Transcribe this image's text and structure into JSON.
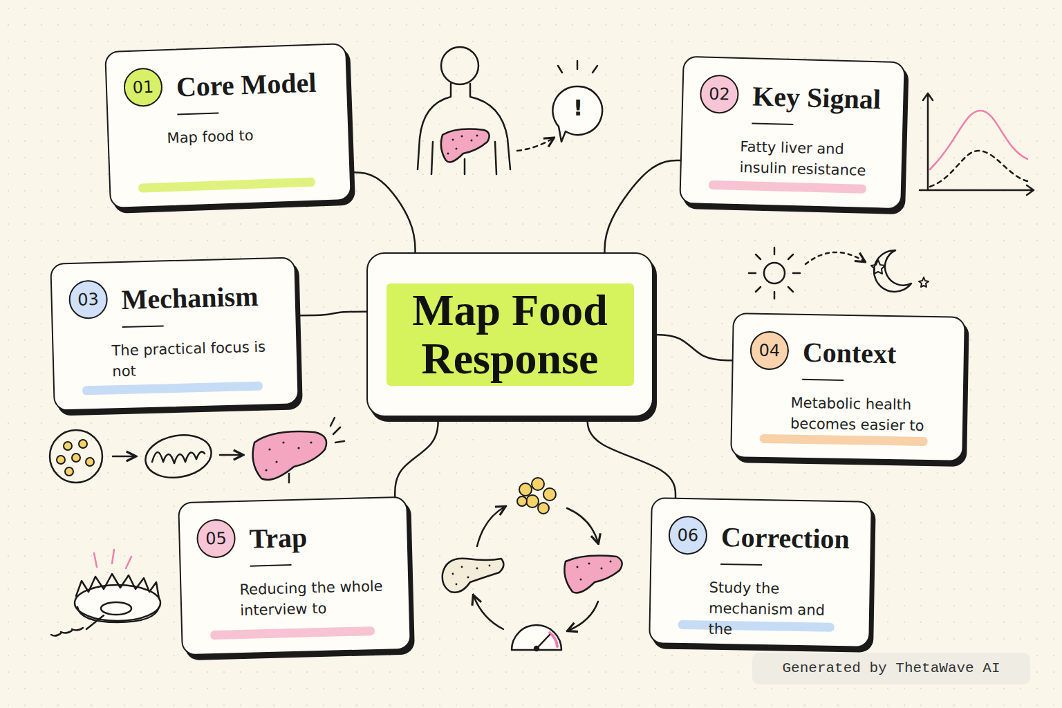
{
  "diagram": {
    "nodes": [
      {
        "text": [
          "Core Model",
          "Map food to"
        ]
      },
      {
        "text": [
          "01"
        ],
        "in": 0
      },
      {
        "text": [
          "Key Signal",
          "Fatty liver and insulin resistance"
        ]
      },
      {
        "text": [
          "02"
        ],
        "in": 2
      },
      {
        "text": [
          "Mechanism",
          "The practical focus is not"
        ]
      },
      {
        "text": [
          "03"
        ],
        "in": 4
      },
      {
        "text": [
          "Map Food Response"
        ]
      },
      {
        "text": [
          "Context",
          "Metabolic health becomes easier to"
        ]
      },
      {
        "text": [
          "04"
        ],
        "in": 7
      },
      {
        "text": [
          "Trap",
          "Reducing the whole interview to"
        ]
      },
      {
        "text": [
          "05"
        ],
        "in": 9
      },
      {
        "text": [
          "Correction",
          "Study the mechanism and the"
        ]
      },
      {
        "text": [
          "06"
        ],
        "in": 11
      }
    ],
    "edges": [
      {
        "from": 6,
        "to": 0,
        "arrow": "none"
      },
      {
        "from": 6,
        "to": 2,
        "arrow": "none"
      },
      {
        "from": 6,
        "to": 4,
        "arrow": "none"
      },
      {
        "from": 6,
        "to": 7,
        "arrow": "none"
      },
      {
        "from": 6,
        "to": 9,
        "arrow": "none"
      },
      {
        "from": 6,
        "to": 11,
        "arrow": "none"
      }
    ],
    "labels": [
      "!",
      "Generated by ThetaWave AI"
    ]
  }
}
